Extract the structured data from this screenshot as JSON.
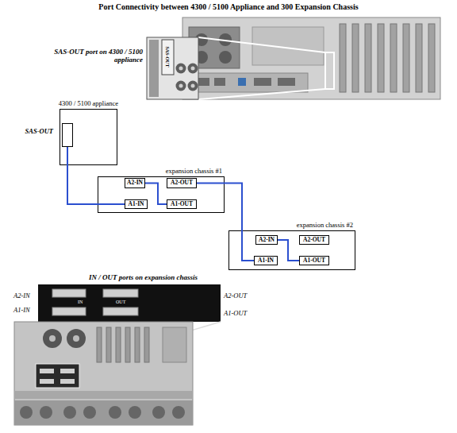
{
  "diagram": {
    "title": "Port Connectivity between 4300 / 5100 Appliance and 300 Expansion Chassis",
    "nodes": [
      {
        "text": [
          "4300 / 5100 appliance"
        ]
      },
      {
        "text": [
          "SAS-OUT"
        ],
        "in": 0
      },
      {
        "text": [
          "expansion chassis #1"
        ]
      },
      {
        "text": [
          "A2-IN"
        ],
        "in": 2
      },
      {
        "text": [
          "A2-OUT"
        ],
        "in": 2
      },
      {
        "text": [
          "A1-IN"
        ],
        "in": 2
      },
      {
        "text": [
          "A1-OUT"
        ],
        "in": 2
      },
      {
        "text": [
          "expansion chassis #2"
        ]
      },
      {
        "text": [
          "A2-IN"
        ],
        "in": 7
      },
      {
        "text": [
          "A2-OUT"
        ],
        "in": 7
      },
      {
        "text": [
          "A1-IN"
        ],
        "in": 7
      },
      {
        "text": [
          "A1-OUT"
        ],
        "in": 7
      }
    ],
    "edges": [
      {
        "from": 1,
        "to": 5,
        "arrow": "none"
      },
      {
        "from": 3,
        "to": 6,
        "arrow": "none"
      },
      {
        "from": 4,
        "to": 10,
        "arrow": "none"
      },
      {
        "from": 8,
        "to": 11,
        "arrow": "none"
      }
    ],
    "labels": [
      "SAS-OUT port on 4300 / 5100 appliance",
      "SAS-OUT",
      "IN / OUT ports on expansion chassis",
      "A2-IN",
      "A1-IN",
      "A2-OUT",
      "A1-OUT",
      "IN",
      "OUT"
    ]
  }
}
